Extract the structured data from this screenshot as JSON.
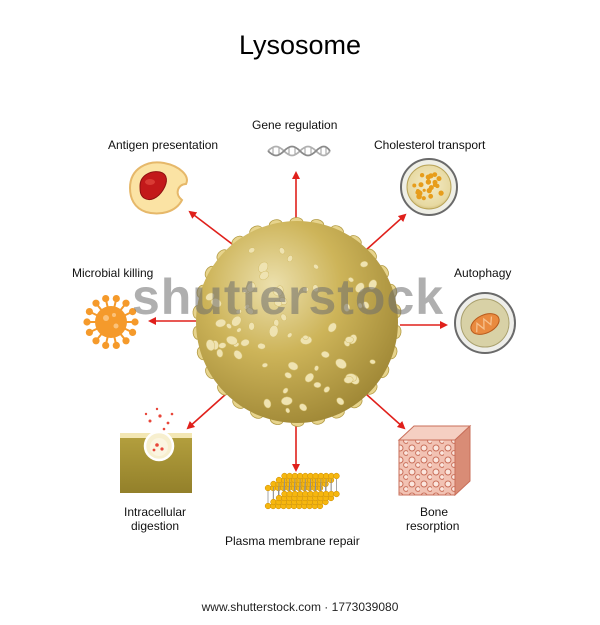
{
  "title": "Lysosome",
  "labels": {
    "gene_regulation": "Gene regulation",
    "antigen_presentation": "Antigen presentation",
    "cholesterol_transport": "Cholesterol transport",
    "microbial_killing": "Microbial killing",
    "autophagy": "Autophagy",
    "intracellular_digestion_1": "Intracellular",
    "intracellular_digestion_2": "digestion",
    "plasma_membrane_repair": "Plasma membrane repair",
    "bone_resorption_1": "Bone",
    "bone_resorption_2": "resorption"
  },
  "watermark": "shutterstock",
  "footer": "www.shutterstock.com · 1773039080",
  "colors": {
    "arrow": "#e0201b",
    "lysosome": "#c7ad4d",
    "lysosome_bump": "#e7d48d",
    "virus": "#f59a2b",
    "membrane_head": "#f6b70f",
    "bone": "#e3a08a"
  }
}
